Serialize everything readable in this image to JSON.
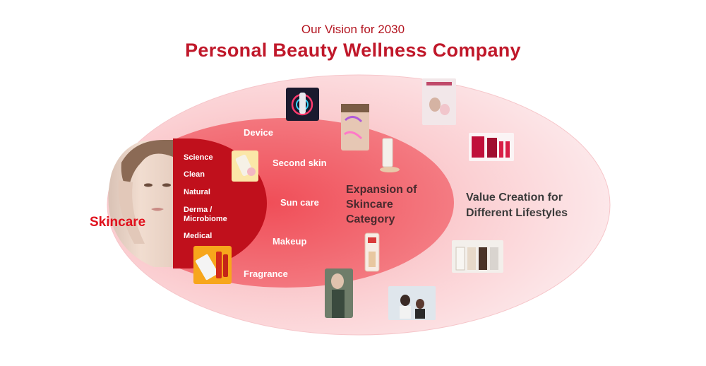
{
  "header": {
    "subtitle": "Our Vision for 2030",
    "title": "Personal Beauty Wellness Company"
  },
  "core": {
    "label": "Skincare",
    "items": [
      "Science",
      "Clean",
      "Natural",
      "Derma / Microbiome",
      "Medical"
    ]
  },
  "middle": {
    "categories": [
      "Device",
      "Second skin",
      "Sun care",
      "Makeup",
      "Fragrance"
    ],
    "label": "Expansion of Skincare Category"
  },
  "outer": {
    "label": "Value Creation for Different Lifestyles"
  },
  "colors": {
    "title_red": "#c0182a",
    "core_red": "#c0101c",
    "skincare_red": "#e0101c",
    "middle_ring": "#f26a72",
    "outer_ring": "#fbd3d6"
  }
}
